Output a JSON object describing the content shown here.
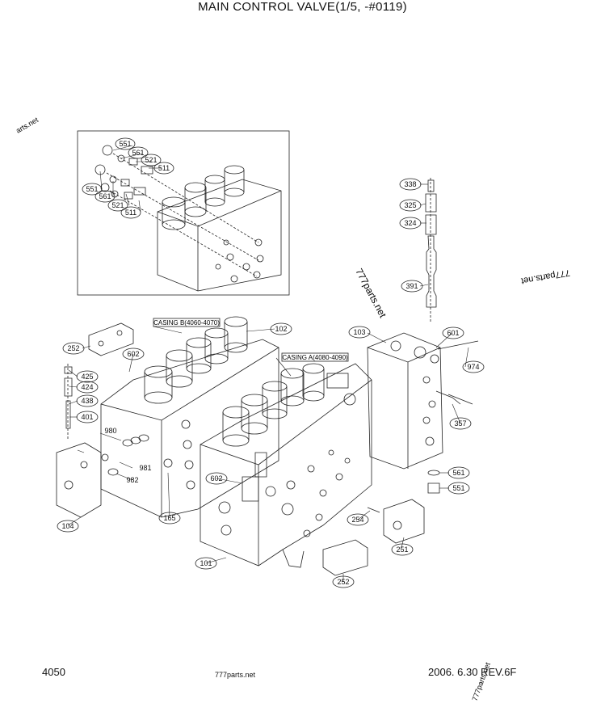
{
  "title": "MAIN CONTROL VALVE(1/5, -#0119)",
  "page_number": "4050",
  "footer_watermark": "777parts.net",
  "date_rev": "2006. 6.30  REV.6F",
  "watermarks": [
    "arts.net",
    "777parts.net",
    "777parts.net",
    "777parts.net"
  ],
  "casings": [
    "CASING B(4060-4070)",
    "CASING A(4080-4090)"
  ],
  "callouts": [
    "551",
    "561",
    "521",
    "511",
    "551",
    "561",
    "521",
    "511",
    "338",
    "325",
    "324",
    "391",
    "102",
    "103",
    "601",
    "252",
    "602",
    "425",
    "424",
    "438",
    "401",
    "974",
    "357",
    "980",
    "981",
    "982",
    "561",
    "551",
    "104",
    "165",
    "602",
    "254",
    "251",
    "101",
    "252"
  ]
}
